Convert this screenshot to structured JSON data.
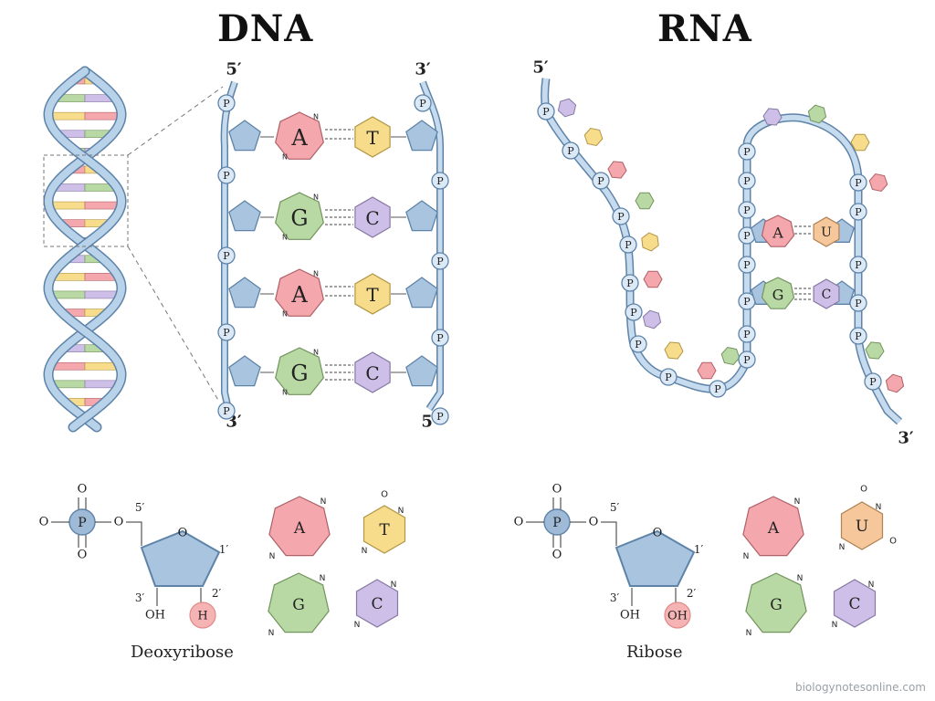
{
  "titles": {
    "dna": "DNA",
    "rna": "RNA"
  },
  "labels": {
    "five_prime": "5′",
    "three_prime": "3′",
    "phosphate": "P",
    "oxygen": "O",
    "hydroxyl": "OH",
    "hydrogen": "H",
    "nitrogen": "N",
    "c1": "1′",
    "c2": "2′",
    "c3": "3′",
    "c5": "5′"
  },
  "dna_pairs": [
    {
      "left": "A",
      "right": "T"
    },
    {
      "left": "G",
      "right": "C"
    },
    {
      "left": "A",
      "right": "T"
    },
    {
      "left": "G",
      "right": "C"
    }
  ],
  "rna_pairs": [
    {
      "left": "A",
      "right": "U"
    },
    {
      "left": "G",
      "right": "C"
    }
  ],
  "legend": {
    "dna_sugar": "Deoxyribose",
    "rna_sugar": "Ribose",
    "dna_bases": [
      "A",
      "T",
      "G",
      "C"
    ],
    "rna_bases": [
      "A",
      "U",
      "G",
      "C"
    ]
  },
  "colors": {
    "A": "#f4a7ad",
    "T": "#f7dc8c",
    "G": "#b9d9a4",
    "C": "#cdbfe8",
    "U": "#f6c79a",
    "backbone": "#a9c4df",
    "backbone_stroke": "#5e83a8",
    "hydrogen_highlight": "#f6b3b3"
  },
  "watermark": "biologynotesonline.com"
}
